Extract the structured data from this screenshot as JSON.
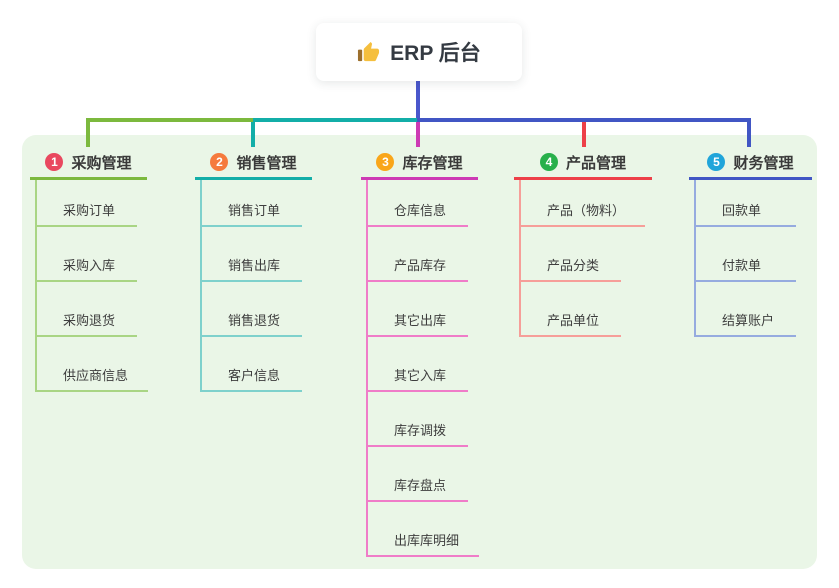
{
  "root": {
    "title": "ERP 后台",
    "icon": "thumbs-up"
  },
  "colors": {
    "background": "#ffffff",
    "panel_bg": "#eaf6e7",
    "root_line": "#4a57cc"
  },
  "branches": [
    {
      "badge": "1",
      "label": "采购管理",
      "badge_color": "#e9485f",
      "line_color": "#7cb93e",
      "child_line_color": "#a9d584",
      "children": [
        "采购订单",
        "采购入库",
        "采购退货",
        "供应商信息"
      ]
    },
    {
      "badge": "2",
      "label": "销售管理",
      "badge_color": "#f57a3d",
      "line_color": "#13aea8",
      "child_line_color": "#7ed1cc",
      "children": [
        "销售订单",
        "销售出库",
        "销售退货",
        "客户信息"
      ]
    },
    {
      "badge": "3",
      "label": "库存管理",
      "badge_color": "#f9a61a",
      "line_color": "#cd3ab4",
      "child_line_color": "#ef7cc8",
      "children": [
        "仓库信息",
        "产品库存",
        "其它出库",
        "其它入库",
        "库存调拨",
        "库存盘点",
        "出库库明细"
      ]
    },
    {
      "badge": "4",
      "label": "产品管理",
      "badge_color": "#28b04b",
      "line_color": "#ed4048",
      "child_line_color": "#f69e99",
      "children": [
        "产品（物料）",
        "产品分类",
        "产品单位"
      ]
    },
    {
      "badge": "5",
      "label": "财务管理",
      "badge_color": "#20a5da",
      "line_color": "#4156c4",
      "child_line_color": "#96abdf",
      "children": [
        "回款单",
        "付款单",
        "结算账户"
      ]
    }
  ]
}
